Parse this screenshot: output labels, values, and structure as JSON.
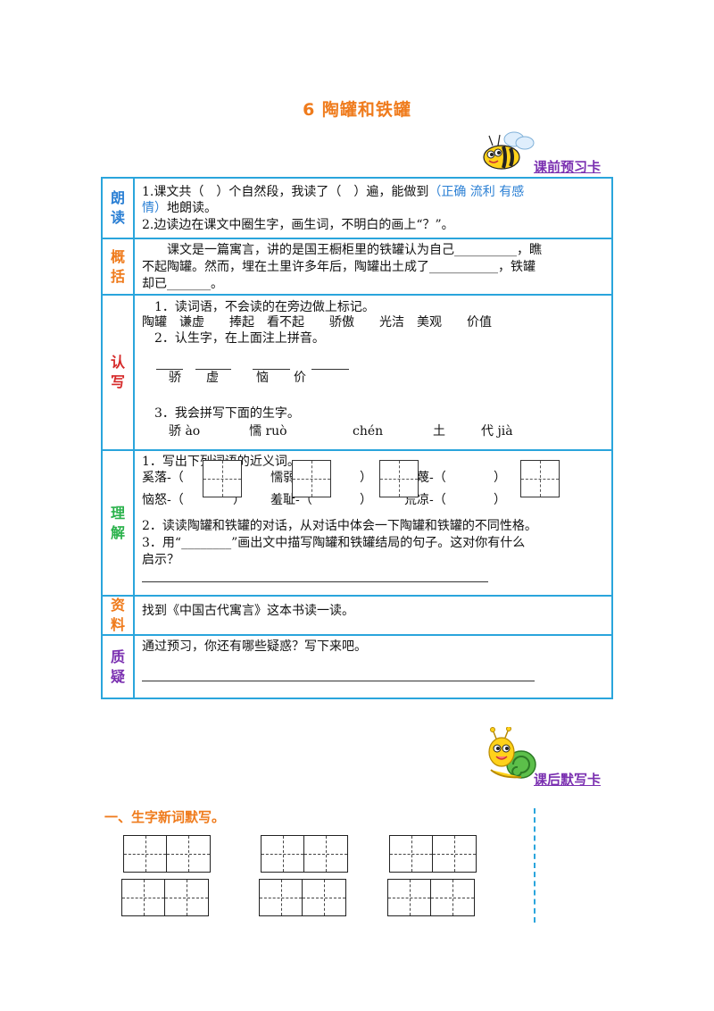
{
  "title": "6 陶罐和铁罐",
  "preview_card": {
    "label": "课前预习卡",
    "mascot_icon": "bee-icon",
    "rows": [
      {
        "label": [
          "朗",
          "读"
        ],
        "label_color": "#2a7fd4",
        "lines": [
          "1.课文共（　）个自然段，我读了（　）遍，能做到",
          "（正确 流利 有感",
          "情）",
          "地朗读。",
          "2.边读边在课文中圈生字，画生词，不明白的画上“？”。"
        ]
      },
      {
        "label": [
          "概",
          "括"
        ],
        "label_color": "#ef7b1c",
        "lines": [
          "课文是一篇寓言，讲的是国王橱柜里的铁罐认为自己__________，瞧",
          "不起陶罐。然而，埋在土里许多年后，陶罐出土成了___________，铁罐",
          "却已_______。"
        ]
      },
      {
        "label": [
          "认",
          "写"
        ],
        "label_color": "#d62a2a",
        "lines": [
          "1．读词语，不会读的在旁边做上标记。",
          "陶罐　谦虚　　捧起　看不起　　骄傲　　光洁　美观　　价值",
          "2．认生字，在上面注上拼音。",
          "骄　　虚　　　恼　　价",
          "3．我会拼写下面的生字。",
          "骄 ào",
          "懦 ruò",
          "chén",
          "土",
          "代 jià"
        ]
      },
      {
        "label": [
          "理",
          "解"
        ],
        "label_color": "#2bb24c",
        "lines": [
          "1．写出下列词语的近义词。",
          "奚落-（",
          "）",
          "懦弱-（",
          "）",
          "轻蔑-（",
          "）",
          "恼怒-（",
          "）",
          "羞耻-（",
          "）",
          "荒凉-（",
          "）",
          "2．读读陶罐和铁罐的对话，从对话中体会一下陶罐和铁罐的不同性格。",
          "3．用“________”画出文中描写陶罐和铁罐结局的句子。这对你有什么",
          "启示？"
        ]
      },
      {
        "label": [
          "资",
          "料"
        ],
        "label_color": "#ef7b1c",
        "lines": [
          "找到《中国古代寓言》这本书读一读。"
        ]
      },
      {
        "label": [
          "质",
          "疑"
        ],
        "label_color": "#7a2fb0",
        "lines": [
          "通过预习，你还有哪些疑惑？写下来吧。"
        ]
      }
    ]
  },
  "review_card": {
    "label": "课后默写卡",
    "mascot_icon": "snail-icon",
    "section_title": "一、生字新词默写。"
  }
}
